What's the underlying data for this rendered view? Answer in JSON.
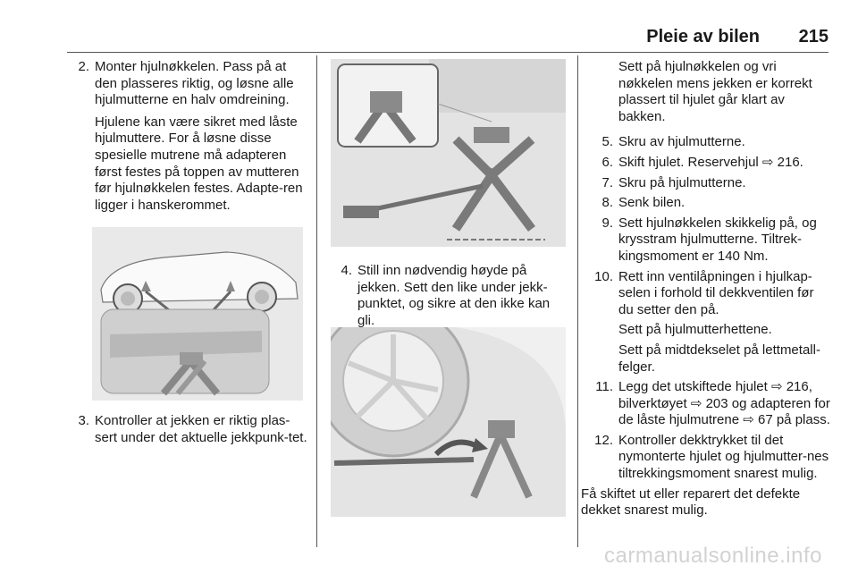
{
  "header": {
    "title": "Pleie av bilen",
    "page_number": "215"
  },
  "col1": {
    "step2_num": "2.",
    "step2_text": "Monter hjulnøkkelen. Pass på at den plasseres riktig, og løsne alle hjulmutterne en halv omdreining.",
    "step2_note": "Hjulene kan være sikret med låste hjulmuttere. For å løsne disse spesielle mutrene må adapteren først festes på toppen av mutteren før hjulnøkkelen festes. Adapte-ren ligger i hanskerommet.",
    "step3_num": "3.",
    "step3_text": "Kontroller at jekken er riktig plas-sert under det aktuelle jekkpunk-tet."
  },
  "col2": {
    "step4_num": "4.",
    "step4_text": "Still inn nødvendig høyde på jekken. Sett den like under jekk-punktet, og sikre at den ikke kan gli."
  },
  "col3": {
    "intro": "Sett på hjulnøkkelen og vri nøkkelen mens jekken er korrekt plassert til hjulet går klart av bakken.",
    "items": [
      {
        "num": "5.",
        "text": "Skru av hjulmutterne."
      },
      {
        "num": "6.",
        "text": "Skift hjulet. Reservehjul ⇨ 216."
      },
      {
        "num": "7.",
        "text": "Skru på hjulmutterne."
      },
      {
        "num": "8.",
        "text": "Senk bilen."
      },
      {
        "num": "9.",
        "text": "Sett hjulnøkkelen skikkelig på, og krysstram hjulmutterne. Tiltrek-kingsmoment er 140 Nm."
      },
      {
        "num": "10.",
        "text": "Rett inn ventilåpningen i hjulkap-selen i forhold til dekkventilen før du setter den på."
      }
    ],
    "note10a": "Sett på hjulmutterhettene.",
    "note10b": "Sett på midtdekselet på lettmetall-felger.",
    "item11_num": "11.",
    "item11_text": "Legg det utskiftede hjulet ⇨ 216, bilverktøyet ⇨ 203 og adapteren for de låste hjulmutrene ⇨ 67 på plass.",
    "item12_num": "12.",
    "item12_text": "Kontroller dekktrykket til det nymonterte hjulet og hjulmutter-nes tiltrekkingsmoment snarest mulig.",
    "closing": "Få skiftet ut eller reparert det defekte dekket snarest mulig."
  },
  "watermark": "carmanualsonline.info"
}
